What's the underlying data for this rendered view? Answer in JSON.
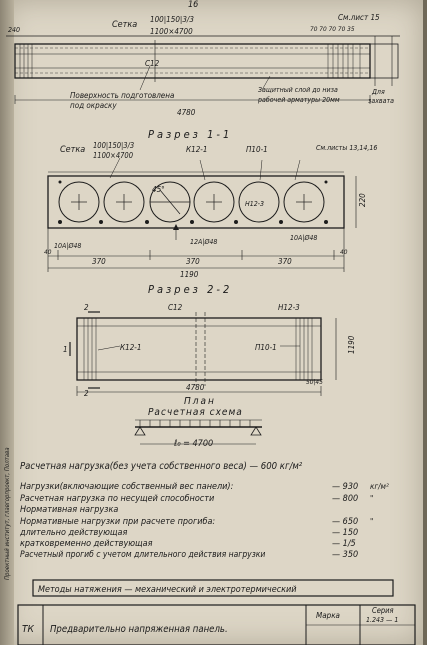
{
  "page_number": "16",
  "top_elevation": {
    "dim_left": "240",
    "mesh_label": "Сетка",
    "mesh_spec_1": "100|150|3/3",
    "mesh_spec_2": "1100×4700",
    "seealso": "См.лист 15",
    "spacing_dims": "70 70 70 70 35",
    "bar_label": "С12",
    "note_surface_1": "Поверхность подготовлена",
    "note_surface_2": "под окраску",
    "note_cover_1": "Защитный слой до низа",
    "note_cover_2": "рабочей арматуры 20мм",
    "length": "4780",
    "note_wall_1": "Для",
    "note_wall_2": "захвата"
  },
  "section_title": "Разрез 1-1",
  "section": {
    "mesh_label": "Сетка",
    "mesh_spec_1": "100|150|3/3",
    "mesh_spec_2": "1100×4700",
    "k_label": "К12-1",
    "p_label": "П10-1",
    "sheets_label": "См.листы 13,14,16",
    "angle": "45°",
    "n_label": "Н12-3",
    "bars_left": "10А|Ø48",
    "bars_mid": "12А|Ø48",
    "bars_right": "10А|Ø48",
    "height": "220",
    "dim_40_left": "40",
    "dim_370_a": "370",
    "dim_370_b": "370",
    "dim_370_c": "370",
    "dim_40_right": "40",
    "width": "1190"
  },
  "plan_title": "Разрез 2-2",
  "plan": {
    "label_2_top": "2",
    "label_2_bottom": "2",
    "label_1": "1",
    "c_label": "С12",
    "n_label": "Н12-3",
    "k_label": "К12-1",
    "p_label": "П10-1",
    "width": "1190",
    "length": "4780",
    "edge_dim": "50|45"
  },
  "plan_caption": "План",
  "scheme_title": "Расчетная схема",
  "scheme_span": "ℓ₀ = 4700",
  "load_header": "Расчетная нагрузка(без учета собственного веса) — 600 кг/м²",
  "load_rows": [
    {
      "label": "Нагрузки(включающие собственный вес панели):",
      "value": "— 930",
      "unit": "кг/м²"
    },
    {
      "label": "Расчетная нагрузка по несущей способности",
      "value": "— 800",
      "unit": "\""
    },
    {
      "label": "Нормативная нагрузка",
      "value": "",
      "unit": ""
    },
    {
      "label": "Нормативные нагрузки при расчете прогиба:",
      "value": "— 650",
      "unit": "\""
    },
    {
      "label": "длительно действующая",
      "value": "— 150",
      "unit": ""
    },
    {
      "label": "кратковременно действующая",
      "value": "— 1/5",
      "unit": ""
    },
    {
      "label": "Расчетный прогиб с учетом длительного действия нагрузки",
      "value": "— 350",
      "unit": ""
    }
  ],
  "title_block": {
    "methods": "Методы натяжения — механический и электротермический",
    "side_text": "Проектный институт, главгорпроект, Полтава",
    "tk": "ТК",
    "name": "Предварительно напряженная панель.",
    "mark_header": "Марка",
    "series_header": "Серия",
    "series_value": "1.243 — 1"
  }
}
